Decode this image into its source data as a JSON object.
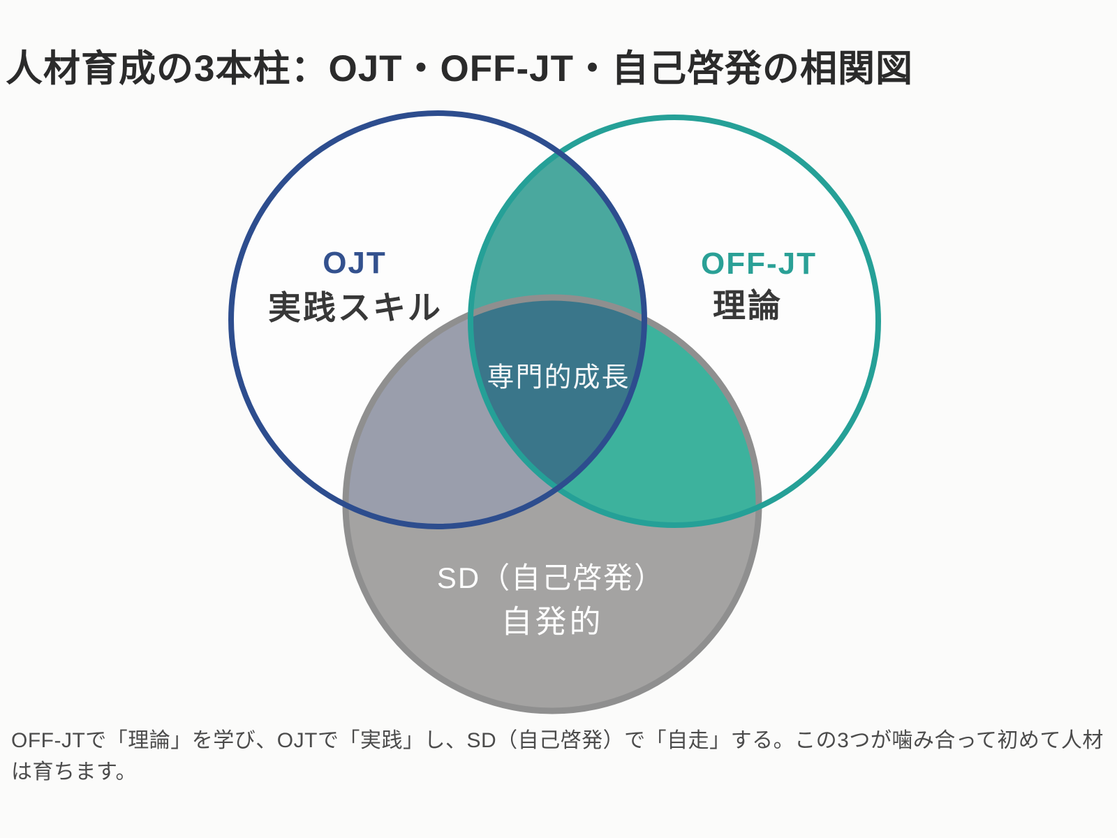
{
  "title": "人材育成の3本柱：OJT・OFF-JT・自己啓発の相関図",
  "caption": "OFF-JTで「理論」を学び、OJTで「実践」し、SD（自己啓発）で「自走」する。この3つが噛み合って初めて人材は育ちます。",
  "venn": {
    "ojt": {
      "label": "OJT",
      "sublabel": "実践スキル",
      "ring_color": "#2d4d8e",
      "label_color": "#33518e",
      "sublabel_color": "#383838"
    },
    "offjt": {
      "label": "OFF-JT",
      "sublabel": "理論",
      "ring_color": "#25a097",
      "label_color": "#2aa096",
      "sublabel_color": "#383838"
    },
    "sd": {
      "label": "SD（自己啓発）",
      "sublabel": "自発的",
      "fill": "#a4a3a2",
      "ring_color": "#8f8f8f",
      "label_color": "#fdfdfd"
    },
    "overlaps": {
      "ojt_offjt_fill": "#4aa89e",
      "ojt_sd_fill": "#9a9eac",
      "offjt_sd_fill": "#3db29d",
      "center_fill": "#3a768a",
      "center_label": "専門的成長",
      "center_label_color": "#f4f7f8"
    },
    "inner_background": "#fdfdfd"
  }
}
